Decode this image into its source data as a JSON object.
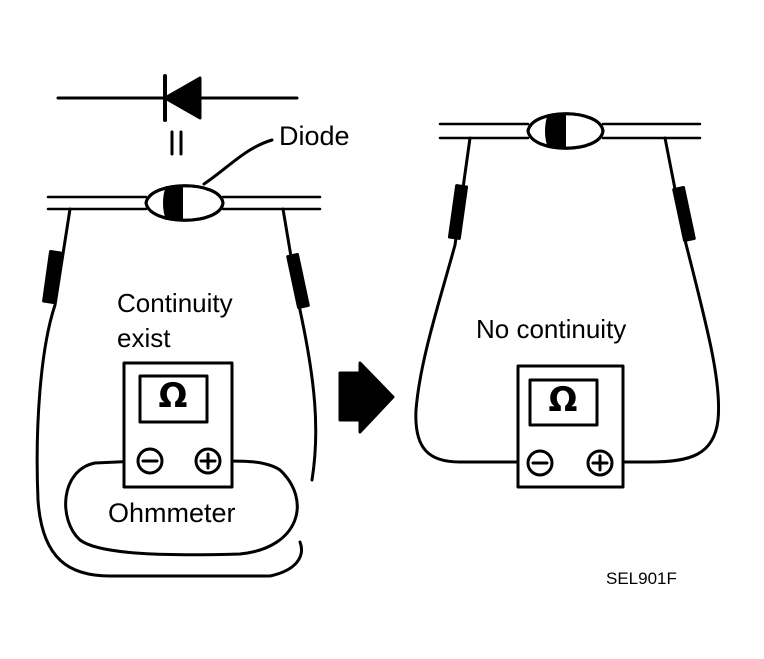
{
  "labels": {
    "diode": "Diode",
    "continuity_exist": "Continuity\nexist",
    "no_continuity": "No continuity",
    "ohmmeter": "Ohmmeter",
    "code": "SEL901F",
    "ohm_symbol": "Ω"
  },
  "colors": {
    "ink": "#000000",
    "paper": "#ffffff"
  }
}
